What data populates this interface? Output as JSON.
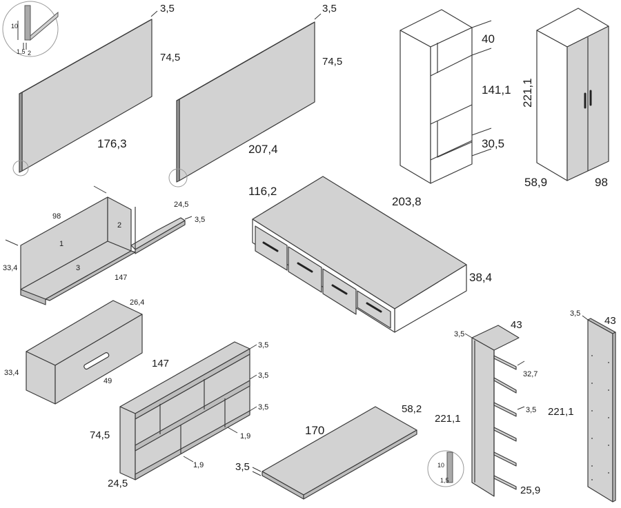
{
  "panel_a": {
    "thickness": "3,5",
    "height": "74,5",
    "width": "176,3"
  },
  "panel_b": {
    "thickness": "3,5",
    "height": "74,5",
    "width": "207,4"
  },
  "detail_top": {
    "depth": "10",
    "side": "1,5",
    "gap": "2"
  },
  "column_open": {
    "top_shelf": "40",
    "middle": "141,1",
    "bottom": "30,5"
  },
  "wardrobe": {
    "height": "221,1",
    "depth": "58,9",
    "width": "98"
  },
  "corner_shelf": {
    "depth": "98",
    "small_depth": "24,5",
    "thickness": "3,5",
    "height": "33,4",
    "width": "147",
    "part1": "1",
    "part2": "2",
    "part3": "3"
  },
  "bed_base": {
    "depth": "116,2",
    "length": "203,8",
    "height": "38,4"
  },
  "wall_cabinet": {
    "depth": "26,4",
    "height": "33,4",
    "width": "49"
  },
  "bookcase": {
    "width": "147",
    "t1": "3,5",
    "t2": "3,5",
    "t3": "3,5",
    "height": "74,5",
    "inner1": "1,9",
    "inner2": "1,9",
    "depth": "24,5"
  },
  "desk_top": {
    "length": "170",
    "depth": "58,2",
    "thickness": "3,5"
  },
  "tall_shelf": {
    "thickness": "3,5",
    "width": "43",
    "shelf_gap": "32,7",
    "shelf_t": "3,5",
    "height": "221,1",
    "depth": "25,9"
  },
  "side_panel": {
    "thickness": "3,5",
    "width": "43",
    "height": "221,1"
  },
  "detail_bottom": {
    "depth": "10",
    "side": "1,5"
  }
}
